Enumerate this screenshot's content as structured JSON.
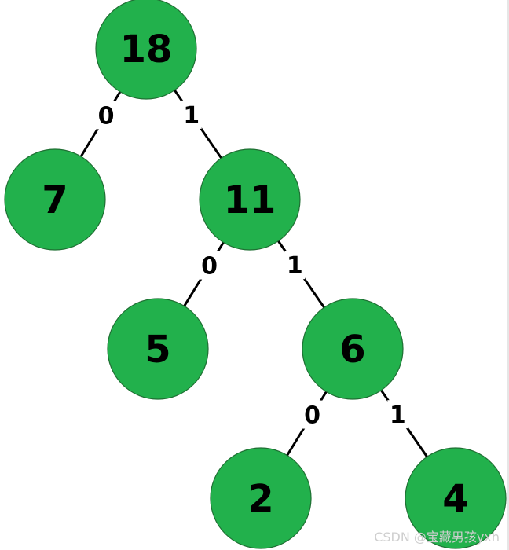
{
  "tree": {
    "nodes": [
      {
        "id": "n18",
        "label": "18"
      },
      {
        "id": "n7",
        "label": "7"
      },
      {
        "id": "n11",
        "label": "11"
      },
      {
        "id": "n5",
        "label": "5"
      },
      {
        "id": "n6",
        "label": "6"
      },
      {
        "id": "n2",
        "label": "2"
      },
      {
        "id": "n4",
        "label": "4"
      }
    ],
    "edges": [
      {
        "from": "n18",
        "to": "n7",
        "label": "0"
      },
      {
        "from": "n18",
        "to": "n11",
        "label": "1"
      },
      {
        "from": "n11",
        "to": "n5",
        "label": "0"
      },
      {
        "from": "n11",
        "to": "n6",
        "label": "1"
      },
      {
        "from": "n6",
        "to": "n2",
        "label": "0"
      },
      {
        "from": "n6",
        "to": "n4",
        "label": "1"
      }
    ]
  },
  "colors": {
    "node_fill": "#22b14c",
    "node_stroke": "#1f6f33",
    "edge": "#000000",
    "text": "#000000"
  },
  "watermark": "CSDN @宝藏男孩yxh"
}
